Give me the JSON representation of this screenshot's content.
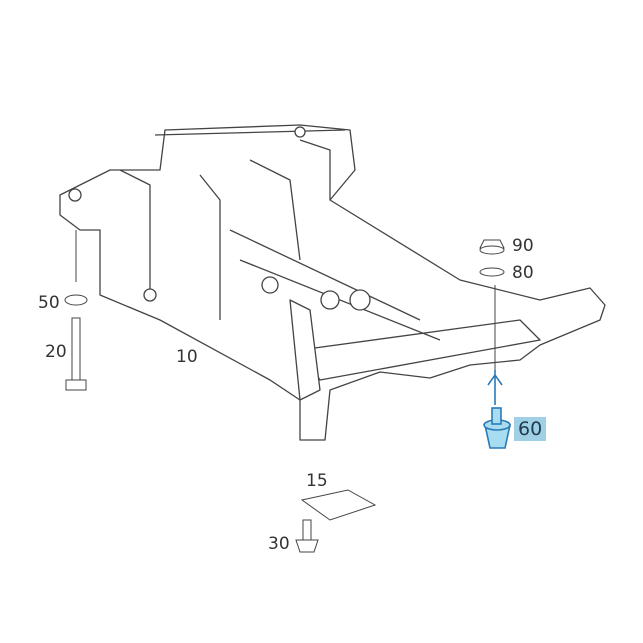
{
  "diagram": {
    "callouts": [
      {
        "id": "90",
        "label": "90",
        "highlighted": false
      },
      {
        "id": "80",
        "label": "80",
        "highlighted": false
      },
      {
        "id": "50",
        "label": "50",
        "highlighted": false
      },
      {
        "id": "20",
        "label": "20",
        "highlighted": false
      },
      {
        "id": "10",
        "label": "10",
        "highlighted": false
      },
      {
        "id": "60",
        "label": "60",
        "highlighted": true
      },
      {
        "id": "15",
        "label": "15",
        "highlighted": false
      },
      {
        "id": "30",
        "label": "30",
        "highlighted": false
      }
    ],
    "colors": {
      "highlight_bg": "#9fd0e6",
      "highlight_part": "#a8dcf0",
      "highlight_outline": "#2a7ab8",
      "line": "#444444"
    }
  }
}
